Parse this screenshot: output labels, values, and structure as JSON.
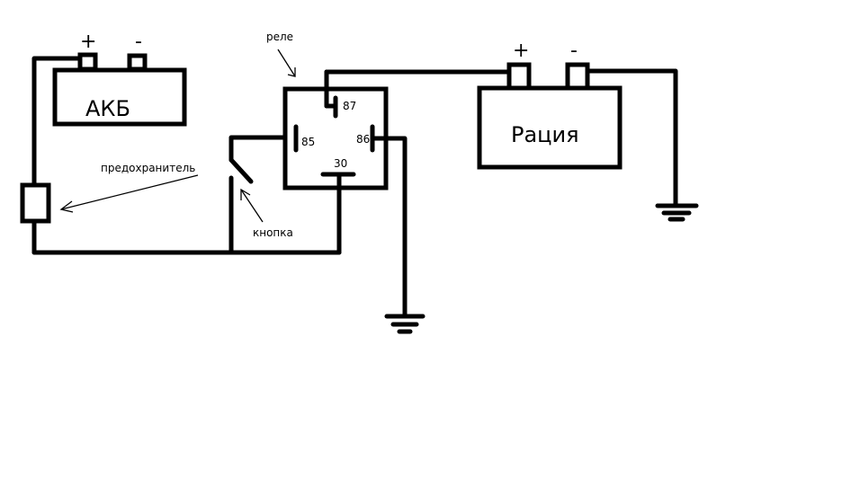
{
  "battery": {
    "label": "АКБ",
    "plus": "+",
    "minus": "-"
  },
  "radio": {
    "label": "Рация",
    "plus": "+",
    "minus": "-"
  },
  "relay": {
    "label": "реле",
    "pins": {
      "p87": "87",
      "p85": "85",
      "p86": "86",
      "p30": "30"
    }
  },
  "fuse": {
    "label": "предохранитель"
  },
  "button": {
    "label": "кнопка"
  }
}
